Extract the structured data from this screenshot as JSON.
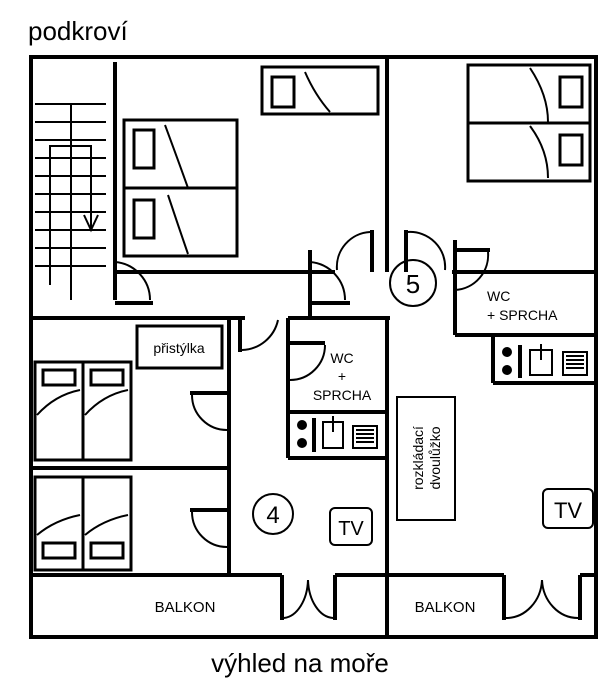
{
  "title": "podkroví",
  "caption": "výhled na moře",
  "apartments": [
    {
      "number": "4",
      "wc_label_1": "WC",
      "wc_label_2": "+",
      "wc_label_3": "SPRCHA",
      "extra_bed": "přistýlka",
      "tv": "TV",
      "balcony": "BALKON"
    },
    {
      "number": "5",
      "wc_label_1": "WC",
      "wc_label_2": "+ SPRCHA",
      "sofa_bed_1": "rozkládací",
      "sofa_bed_2": "dvoulůžko",
      "tv": "TV",
      "balcony": "BALKON"
    }
  ]
}
